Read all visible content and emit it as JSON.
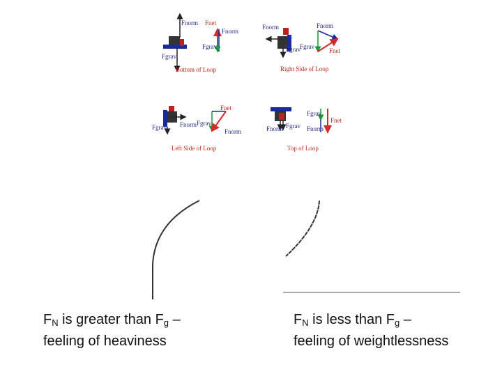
{
  "diagram": {
    "panels": [
      {
        "id": "bottom",
        "caption": "Bottom of Loop",
        "labels": {
          "fnorm": "Fnorm",
          "fgrav": "Fgrav",
          "fnet": "Fnet",
          "fnorm2": "Fnorm",
          "fgrav2": "Fgrav"
        }
      },
      {
        "id": "right",
        "caption": "Right Side of Loop",
        "labels": {
          "fnorm": "Fnorm",
          "fgrav": "Fgrav",
          "fnorm2": "Fnorm",
          "fgrav2": "Fgrav",
          "fnet": "Fnet"
        }
      },
      {
        "id": "left",
        "caption": "Left Side of Loop",
        "labels": {
          "fnorm": "Fnorm",
          "fgrav": "Fgrav",
          "fnet": "Fnet",
          "fgrav2": "Fgrav",
          "fnorm2": "Fnorm"
        }
      },
      {
        "id": "top",
        "caption": "Top of Loop",
        "labels": {
          "fnorm": "Fnorm",
          "fgrav": "Fgrav",
          "fgrav2": "Fgrav",
          "fnorm2": "Fnorm",
          "fnet": "Fnet"
        }
      }
    ]
  },
  "captions": {
    "left": {
      "pre": "F",
      "sub1": "N",
      "mid": " is greater than F",
      "sub2": "g",
      "post": " –",
      "line2": "feeling of heaviness"
    },
    "right": {
      "pre": "F",
      "sub1": "N",
      "mid": " is less than F",
      "sub2": "g",
      "post": " –",
      "line2": "feeling of weightlessness"
    }
  },
  "colors": {
    "net": "#d42a2a",
    "grav": "#1a9a3a",
    "norm": "#222222",
    "caption": "#c0281a",
    "label": "#2a2a8a"
  }
}
